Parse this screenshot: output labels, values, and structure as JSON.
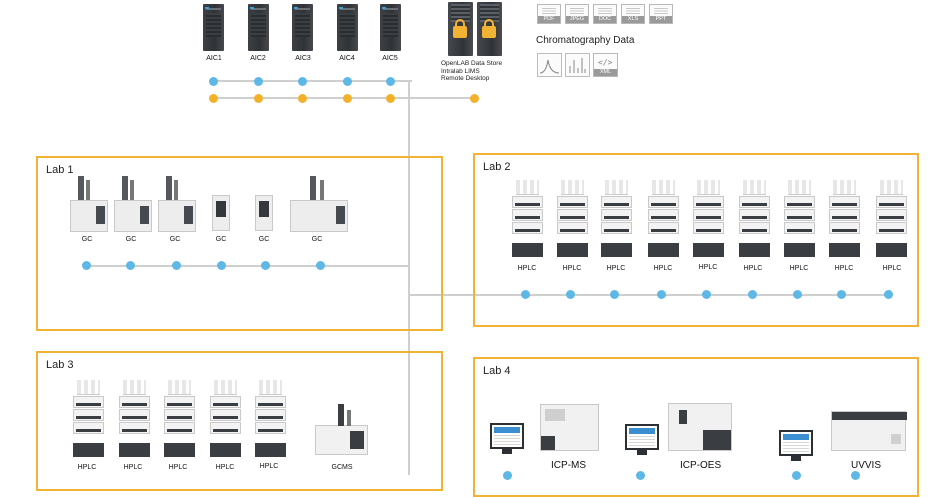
{
  "top": {
    "servers": [
      "AIC1",
      "AIC2",
      "AIC3",
      "AIC4",
      "AIC5"
    ],
    "datastore_lines": [
      "OpenLAB Data Store",
      "Intralab LIMS",
      "Remote Desktop"
    ],
    "file_types": [
      "PDF",
      "JPEG",
      "DOC",
      "XLS",
      "PPT"
    ],
    "chromatography_label": "Chromatography Data",
    "data_file_types": [
      "XML"
    ]
  },
  "labs": [
    {
      "title": "Lab 1",
      "instruments": [
        "GC",
        "GC",
        "GC",
        "GC",
        "GC",
        "GC"
      ]
    },
    {
      "title": "Lab 2",
      "instruments": [
        "HPLC",
        "HPLC",
        "HPLC",
        "HPLC",
        "HPLC",
        "HPLC",
        "HPLC",
        "HPLC",
        "HPLC"
      ]
    },
    {
      "title": "Lab 3",
      "instruments": [
        "HPLC",
        "HPLC",
        "HPLC",
        "HPLC",
        "HPLC",
        "GCMS"
      ]
    },
    {
      "title": "Lab 4",
      "instruments": [
        "ICP-MS",
        "ICP-OES",
        "UVVIS"
      ]
    }
  ],
  "colors": {
    "lab_border": "#f2b233",
    "blue_node": "#5db8e6",
    "orange_node": "#f3b12a",
    "wire": "#cfcfcf"
  }
}
